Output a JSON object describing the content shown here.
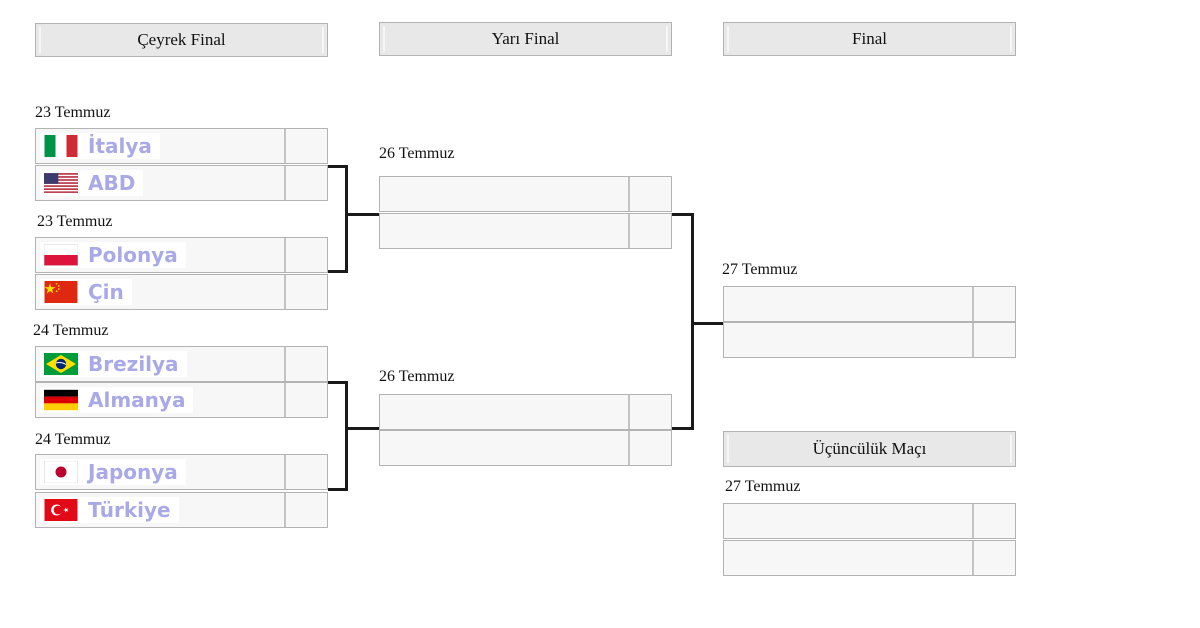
{
  "headers": {
    "quarter": "Çeyrek Final",
    "semi": "Yarı Final",
    "final": "Final",
    "third": "Üçüncülük Maçı"
  },
  "quarterfinals": [
    {
      "date": "23 Temmuz",
      "teams": [
        {
          "name": "İtalya",
          "flag": "italy-flag-icon"
        },
        {
          "name": "ABD",
          "flag": "usa-flag-icon"
        }
      ]
    },
    {
      "date": "23 Temmuz",
      "teams": [
        {
          "name": "Polonya",
          "flag": "poland-flag-icon"
        },
        {
          "name": "Çin",
          "flag": "china-flag-icon"
        }
      ]
    },
    {
      "date": "24 Temmuz",
      "teams": [
        {
          "name": "Brezilya",
          "flag": "brazil-flag-icon"
        },
        {
          "name": "Almanya",
          "flag": "germany-flag-icon"
        }
      ]
    },
    {
      "date": "24 Temmuz",
      "teams": [
        {
          "name": "Japonya",
          "flag": "japan-flag-icon"
        },
        {
          "name": "Türkiye",
          "flag": "turkey-flag-icon"
        }
      ]
    }
  ],
  "semifinals": [
    {
      "date": "26 Temmuz"
    },
    {
      "date": "26 Temmuz"
    }
  ],
  "final": {
    "date": "27 Temmuz"
  },
  "third_place": {
    "date": "27 Temmuz"
  },
  "colors": {
    "team_name": "#a9a9e8",
    "connector": "#1a1a1a",
    "box_border": "#b3b3b3"
  }
}
